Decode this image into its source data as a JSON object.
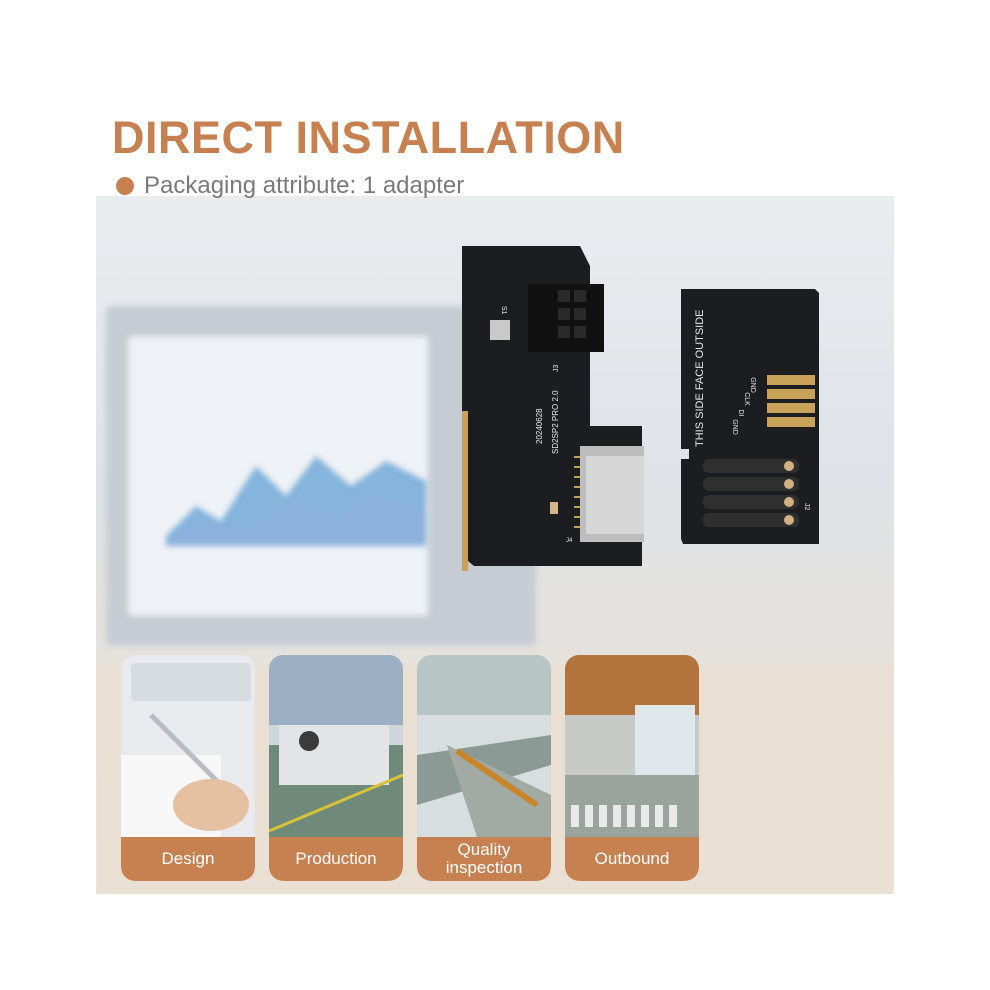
{
  "heading": {
    "title": "DIRECT INSTALLATION",
    "subtitle": "Packaging attribute: 1 adapter"
  },
  "board_main": {
    "date_code": "20240628",
    "model": "SD2SP2 PRO 2.0",
    "label_j3": "J3",
    "label_j4": "J4",
    "label_s1": "S1"
  },
  "board_side": {
    "face_text": "THIS SIDE FACE OUTSIDE",
    "pins": [
      "GND",
      "CLK",
      "DI",
      "GND"
    ],
    "label_j2": "J2"
  },
  "stages": [
    {
      "label": "Design"
    },
    {
      "label": "Production"
    },
    {
      "label": "Quality inspection"
    },
    {
      "label": "Outbound"
    }
  ],
  "colors": {
    "accent": "#c7804f",
    "pcb": "#1c1d20",
    "gold": "#c9a25a"
  }
}
